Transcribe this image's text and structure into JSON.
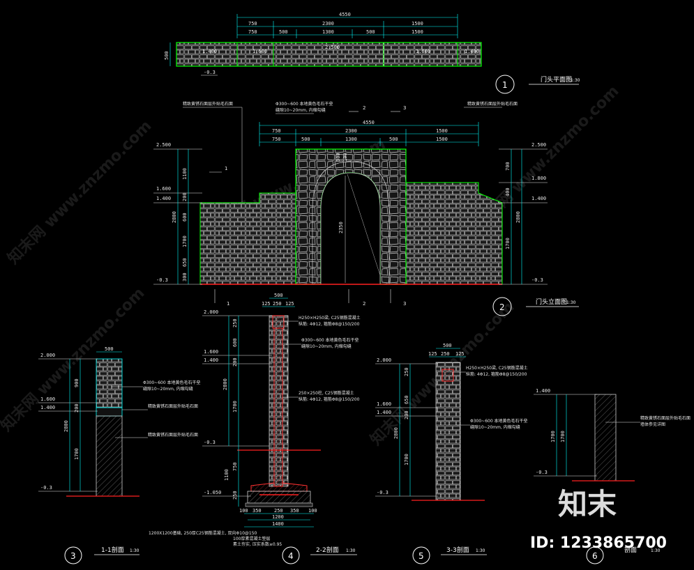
{
  "plan": {
    "overall": "4550",
    "row1": [
      "750",
      "2300",
      "1500"
    ],
    "row2": [
      "750",
      "500",
      "1300",
      "500",
      "1500"
    ],
    "level_labels": [
      "1.400",
      "1.600",
      "2.500",
      "1.600",
      "1.400"
    ],
    "side_dim": "500",
    "base_level": "-0.3",
    "badge": "1",
    "title": "门头平面图",
    "scale": "1:30"
  },
  "elevation": {
    "overall": "4550",
    "row1": [
      "750",
      "2300",
      "1500"
    ],
    "row2": [
      "750",
      "500",
      "1300",
      "500",
      "1500"
    ],
    "note_left": "精致黄锈石面层外贴毛石面",
    "note_mid_1": "Φ300~600 本地黄色毛石干垒",
    "note_mid_2": "缝隙10~20mm, 内缩勾缝",
    "note_right": "精致黄锈石面层外贴毛石面",
    "levels_left": [
      "2.500",
      "1.600",
      "1.400",
      "-0.3"
    ],
    "levels_right": [
      "2.500",
      "1.800",
      "1.400",
      "-0.3"
    ],
    "dims_left": [
      "1100",
      "200",
      "600",
      "1700",
      "650",
      "300"
    ],
    "total_left": "2800",
    "dims_right": [
      "700",
      "400",
      "1700"
    ],
    "total_right": "2800",
    "top_dims": [
      "300",
      "100"
    ],
    "arch_height": "2350",
    "section_marks": [
      "1",
      "2",
      "3"
    ],
    "badge": "2",
    "title": "门头立面图",
    "scale": "1:30"
  },
  "section1": {
    "width": "500",
    "levels": [
      "2.000",
      "1.600",
      "1.400",
      "-0.3"
    ],
    "dims": [
      "900",
      "200",
      "1700"
    ],
    "total": "2800",
    "note_1": "Φ300~600 本地黄色毛石干垒",
    "note_2": "缝隙10~20mm, 内缩勾缝",
    "note_3": "精致黄锈石面层外贴毛石面",
    "note_4": "精致黄锈石面层外贴毛石面",
    "badge": "3",
    "title": "1-1剖面",
    "scale": "1:30"
  },
  "section2": {
    "top_dims": [
      "500",
      "125",
      "250",
      "125"
    ],
    "levels": [
      "2.000",
      "1.600",
      "1.400",
      "-0.3",
      "-1.050"
    ],
    "dims": [
      "250",
      "600",
      "200",
      "1700",
      "750",
      "1100",
      "250"
    ],
    "total": "2800",
    "note_1": "H250×H250梁, C25钢筋混凝土",
    "note_2": "纵筋: 4Φ12, 箍筋Φ8@150/200",
    "note_3": "Φ300~600 本地黄色毛石干垒",
    "note_4": "缝隙10~20mm, 内缩勾缝",
    "note_5": "250×250柱, C25钢筋混凝土",
    "note_6": "纵筋: 4Φ12, 箍筋Φ8@150/200",
    "bottom_dims": [
      "100",
      "350",
      "250",
      "350",
      "100"
    ],
    "bottom_mid": "1200",
    "bottom_total": "1400",
    "foot_note_1": "1200X1200基础, 250厚C25钢筋混凝土, 双向Φ10@150",
    "foot_note_2": "100厚素混凝土垫层",
    "foot_note_3": "素土夯实, 压实系数≥0.95",
    "badge": "4",
    "title": "2-2剖面",
    "scale": "1:30"
  },
  "section3": {
    "top_dims": [
      "500",
      "125",
      "250",
      "125"
    ],
    "levels": [
      "2.000",
      "1.600",
      "1.400",
      "-0.3"
    ],
    "dims": [
      "250",
      "650",
      "200",
      "1700"
    ],
    "total": "2800",
    "note_1": "H250×H250梁, C25钢筋混凝土",
    "note_2": "纵筋: 4Φ12, 箍筋Φ8@150/200",
    "note_3": "Φ300~600 本地黄色毛石干垒",
    "note_4": "缝隙10~20mm, 内缩勾缝",
    "badge": "5",
    "title": "3-3剖面",
    "scale": "1:30"
  },
  "section6": {
    "levels": [
      "1.400",
      "-0.3"
    ],
    "dims": [
      "1700"
    ],
    "note_1": "精致黄锈石面层外贴毛石面",
    "note_2": "墙体参见详图",
    "badge": "6",
    "title": "剖面",
    "scale": "1:30"
  },
  "watermark": {
    "text_1": "知末网 www.znzmo.com",
    "logo": "知末",
    "id_text": "ID: 1233865700"
  },
  "colors": {
    "background": "#000000",
    "wall_outline": "#00ff00",
    "dimension": "#00ffff",
    "ground": "#ff0000",
    "stone": "#d8d8d8",
    "leader": "#ff00ff"
  }
}
